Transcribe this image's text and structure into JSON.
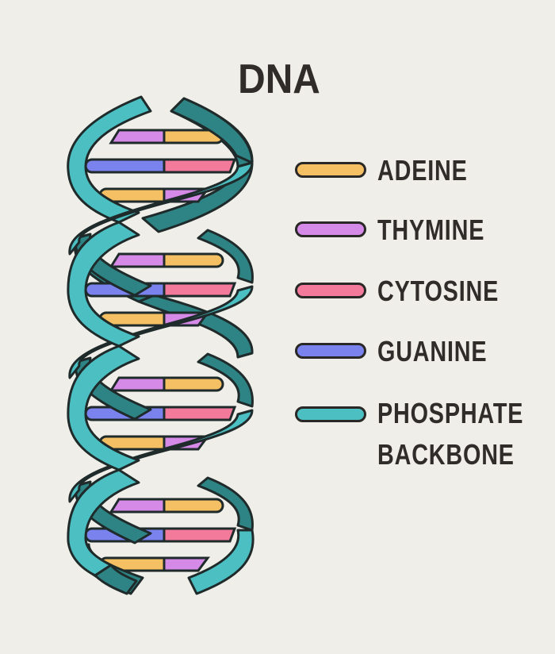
{
  "title": "DNA",
  "colors": {
    "background": "#f0eee9",
    "adenine": "#f5c063",
    "thymine": "#d58ae8",
    "cytosine": "#f47a9c",
    "guanine": "#7a82ee",
    "backbone_front": "#4cbfc3",
    "backbone_back": "#2e8384",
    "outline": "#1f2a2a",
    "text": "#2f2c29"
  },
  "legend": [
    {
      "name": "adenine",
      "label": "ADEINE",
      "color": "#f5c063"
    },
    {
      "name": "thymine",
      "label": "THYMINE",
      "color": "#d58ae8"
    },
    {
      "name": "cytosine",
      "label": "CYTOSINE",
      "color": "#f47a9c"
    },
    {
      "name": "guanine",
      "label": "GUANINE",
      "color": "#7a82ee"
    },
    {
      "name": "phosphate-backbone",
      "label_line1": "PHOSPHATE",
      "label_line2": "BACKBONE",
      "color": "#4cbfc3"
    }
  ],
  "helix": {
    "turns": 4,
    "base_pairs_per_turn": 3,
    "base_pairs": [
      [
        "thymine",
        "adenine"
      ],
      [
        "guanine",
        "cytosine"
      ],
      [
        "adenine",
        "thymine"
      ],
      [
        "thymine",
        "adenine"
      ],
      [
        "guanine",
        "cytosine"
      ],
      [
        "adenine",
        "thymine"
      ],
      [
        "thymine",
        "adenine"
      ],
      [
        "guanine",
        "cytosine"
      ],
      [
        "adenine",
        "thymine"
      ],
      [
        "thymine",
        "adenine"
      ],
      [
        "guanine",
        "cytosine"
      ],
      [
        "adenine",
        "thymine"
      ]
    ]
  }
}
